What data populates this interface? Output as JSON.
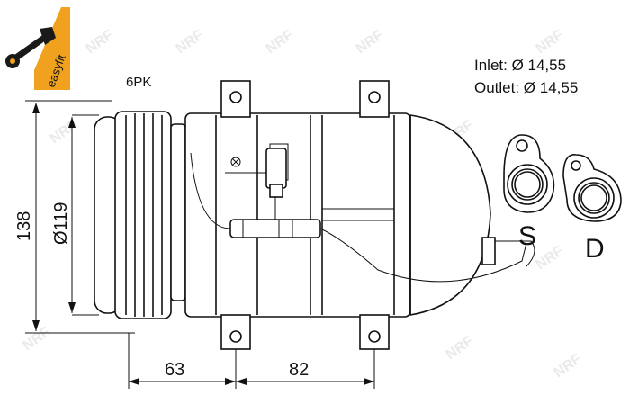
{
  "brand": {
    "logo_text": "easyfit",
    "logo_color": "#f0a21e",
    "watermark_text": "NRF"
  },
  "labels": {
    "belt": "6PK",
    "inlet": "Inlet: Ø 14,55",
    "outlet": "Outlet: Ø 14,55",
    "port_s": "S",
    "port_d": "D"
  },
  "dimensions": {
    "height_total": "138",
    "pulley_diameter": "Ø119",
    "width_left": "63",
    "width_right": "82"
  },
  "colors": {
    "line": "#111111",
    "watermark": "#d9d9d9"
  }
}
